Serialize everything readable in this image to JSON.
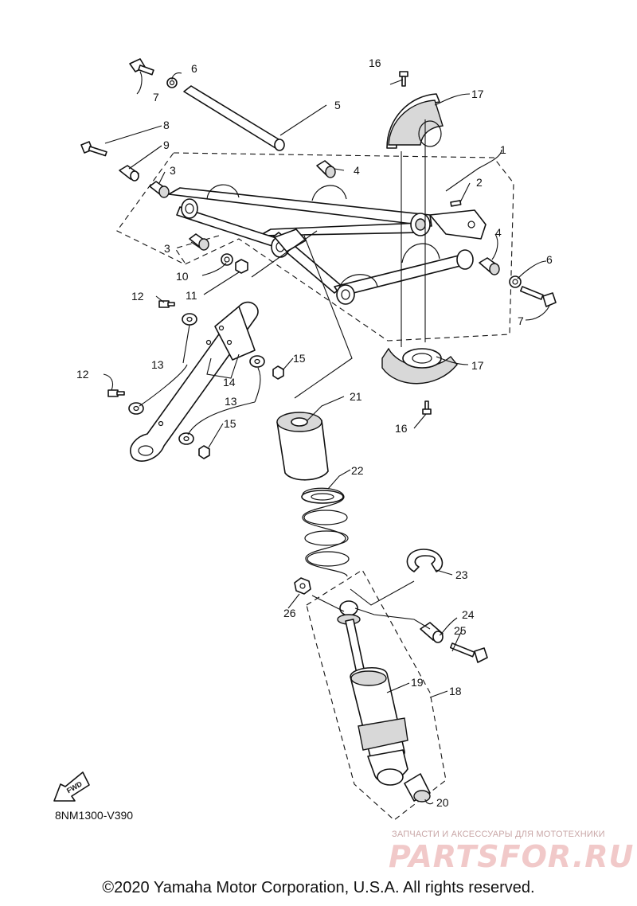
{
  "diagram": {
    "code": "8NM1300-V390",
    "fwd_label": "FWD",
    "copyright": "©2020 Yamaha Motor Corporation, U.S.A. All rights reserved.",
    "watermark": {
      "tagline": "ЗАПЧАСТИ И АКСЕССУАРЫ ДЛЯ МОТОТЕХНИКИ",
      "brand": "PARTSFOR.RU"
    },
    "callouts": [
      "1",
      "2",
      "3",
      "3",
      "4",
      "4",
      "5",
      "6",
      "6",
      "7",
      "7",
      "8",
      "9",
      "10",
      "11",
      "12",
      "12",
      "13",
      "13",
      "14",
      "15",
      "15",
      "16",
      "16",
      "17",
      "17",
      "18",
      "19",
      "20",
      "21",
      "22",
      "23",
      "24",
      "25",
      "26"
    ]
  }
}
